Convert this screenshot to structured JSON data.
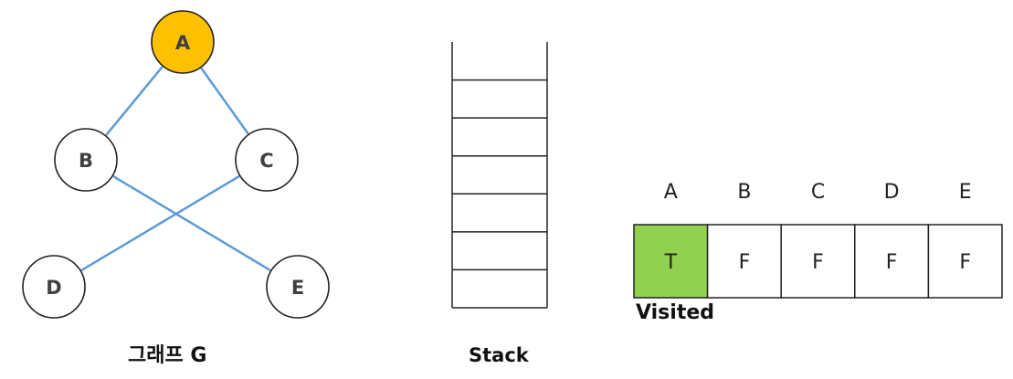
{
  "graph": {
    "caption": "그래프 G",
    "edge_color": "#5b9bd5",
    "highlight_color": "#ffc000",
    "nodes": [
      {
        "id": "A",
        "label": "A",
        "highlighted": true
      },
      {
        "id": "B",
        "label": "B",
        "highlighted": false
      },
      {
        "id": "C",
        "label": "C",
        "highlighted": false
      },
      {
        "id": "D",
        "label": "D",
        "highlighted": false
      },
      {
        "id": "E",
        "label": "E",
        "highlighted": false
      }
    ],
    "edges": [
      [
        "A",
        "B"
      ],
      [
        "A",
        "C"
      ],
      [
        "B",
        "E"
      ],
      [
        "C",
        "D"
      ]
    ]
  },
  "stack": {
    "caption": "Stack",
    "slot_count": 7,
    "items": []
  },
  "visited": {
    "caption": "Visited",
    "true_color": "#92d050",
    "headers": [
      "A",
      "B",
      "C",
      "D",
      "E"
    ],
    "values": [
      "T",
      "F",
      "F",
      "F",
      "F"
    ]
  }
}
